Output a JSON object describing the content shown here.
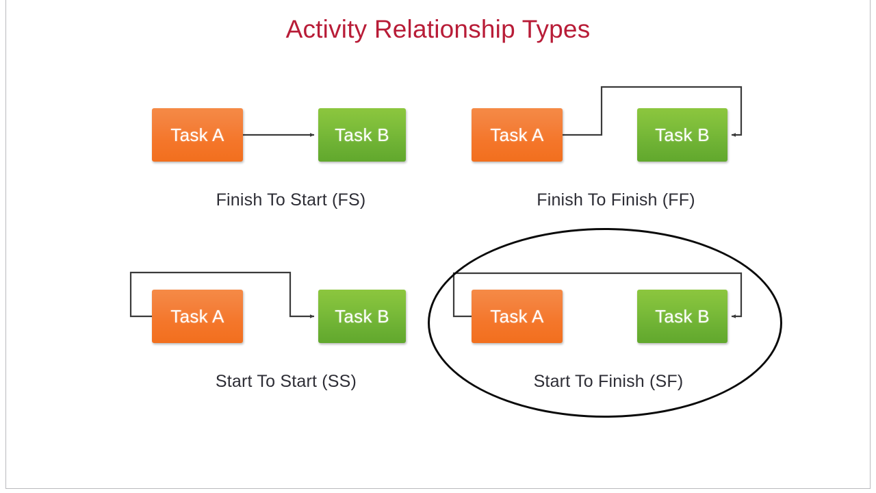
{
  "slide": {
    "title": "Activity Relationship Types",
    "title_color": "#b81c37",
    "background_color": "#ffffff",
    "frame_color": "#b9b9bd"
  },
  "palette": {
    "task_a_color": "#f4762a",
    "task_b_color": "#6cb033",
    "connector_color": "#3a3a3a",
    "caption_color": "#2d2d35",
    "highlight_color": "#0a0a0a"
  },
  "diagrams": [
    {
      "id": "finish-to-start",
      "caption": "Finish To Start (FS)",
      "predecessor_label": "Task A",
      "successor_label": "Task B",
      "relationship_code": "FS",
      "from_side": "finish",
      "to_side": "start",
      "highlighted": false
    },
    {
      "id": "finish-to-finish",
      "caption": "Finish To Finish (FF)",
      "predecessor_label": "Task A",
      "successor_label": "Task B",
      "relationship_code": "FF",
      "from_side": "finish",
      "to_side": "finish",
      "highlighted": false
    },
    {
      "id": "start-to-start",
      "caption": "Start To Start (SS)",
      "predecessor_label": "Task A",
      "successor_label": "Task B",
      "relationship_code": "SS",
      "from_side": "start",
      "to_side": "start",
      "highlighted": false
    },
    {
      "id": "start-to-finish",
      "caption": "Start To Finish (SF)",
      "predecessor_label": "Task A",
      "successor_label": "Task B",
      "relationship_code": "SF",
      "from_side": "start",
      "to_side": "finish",
      "highlighted": true
    }
  ]
}
